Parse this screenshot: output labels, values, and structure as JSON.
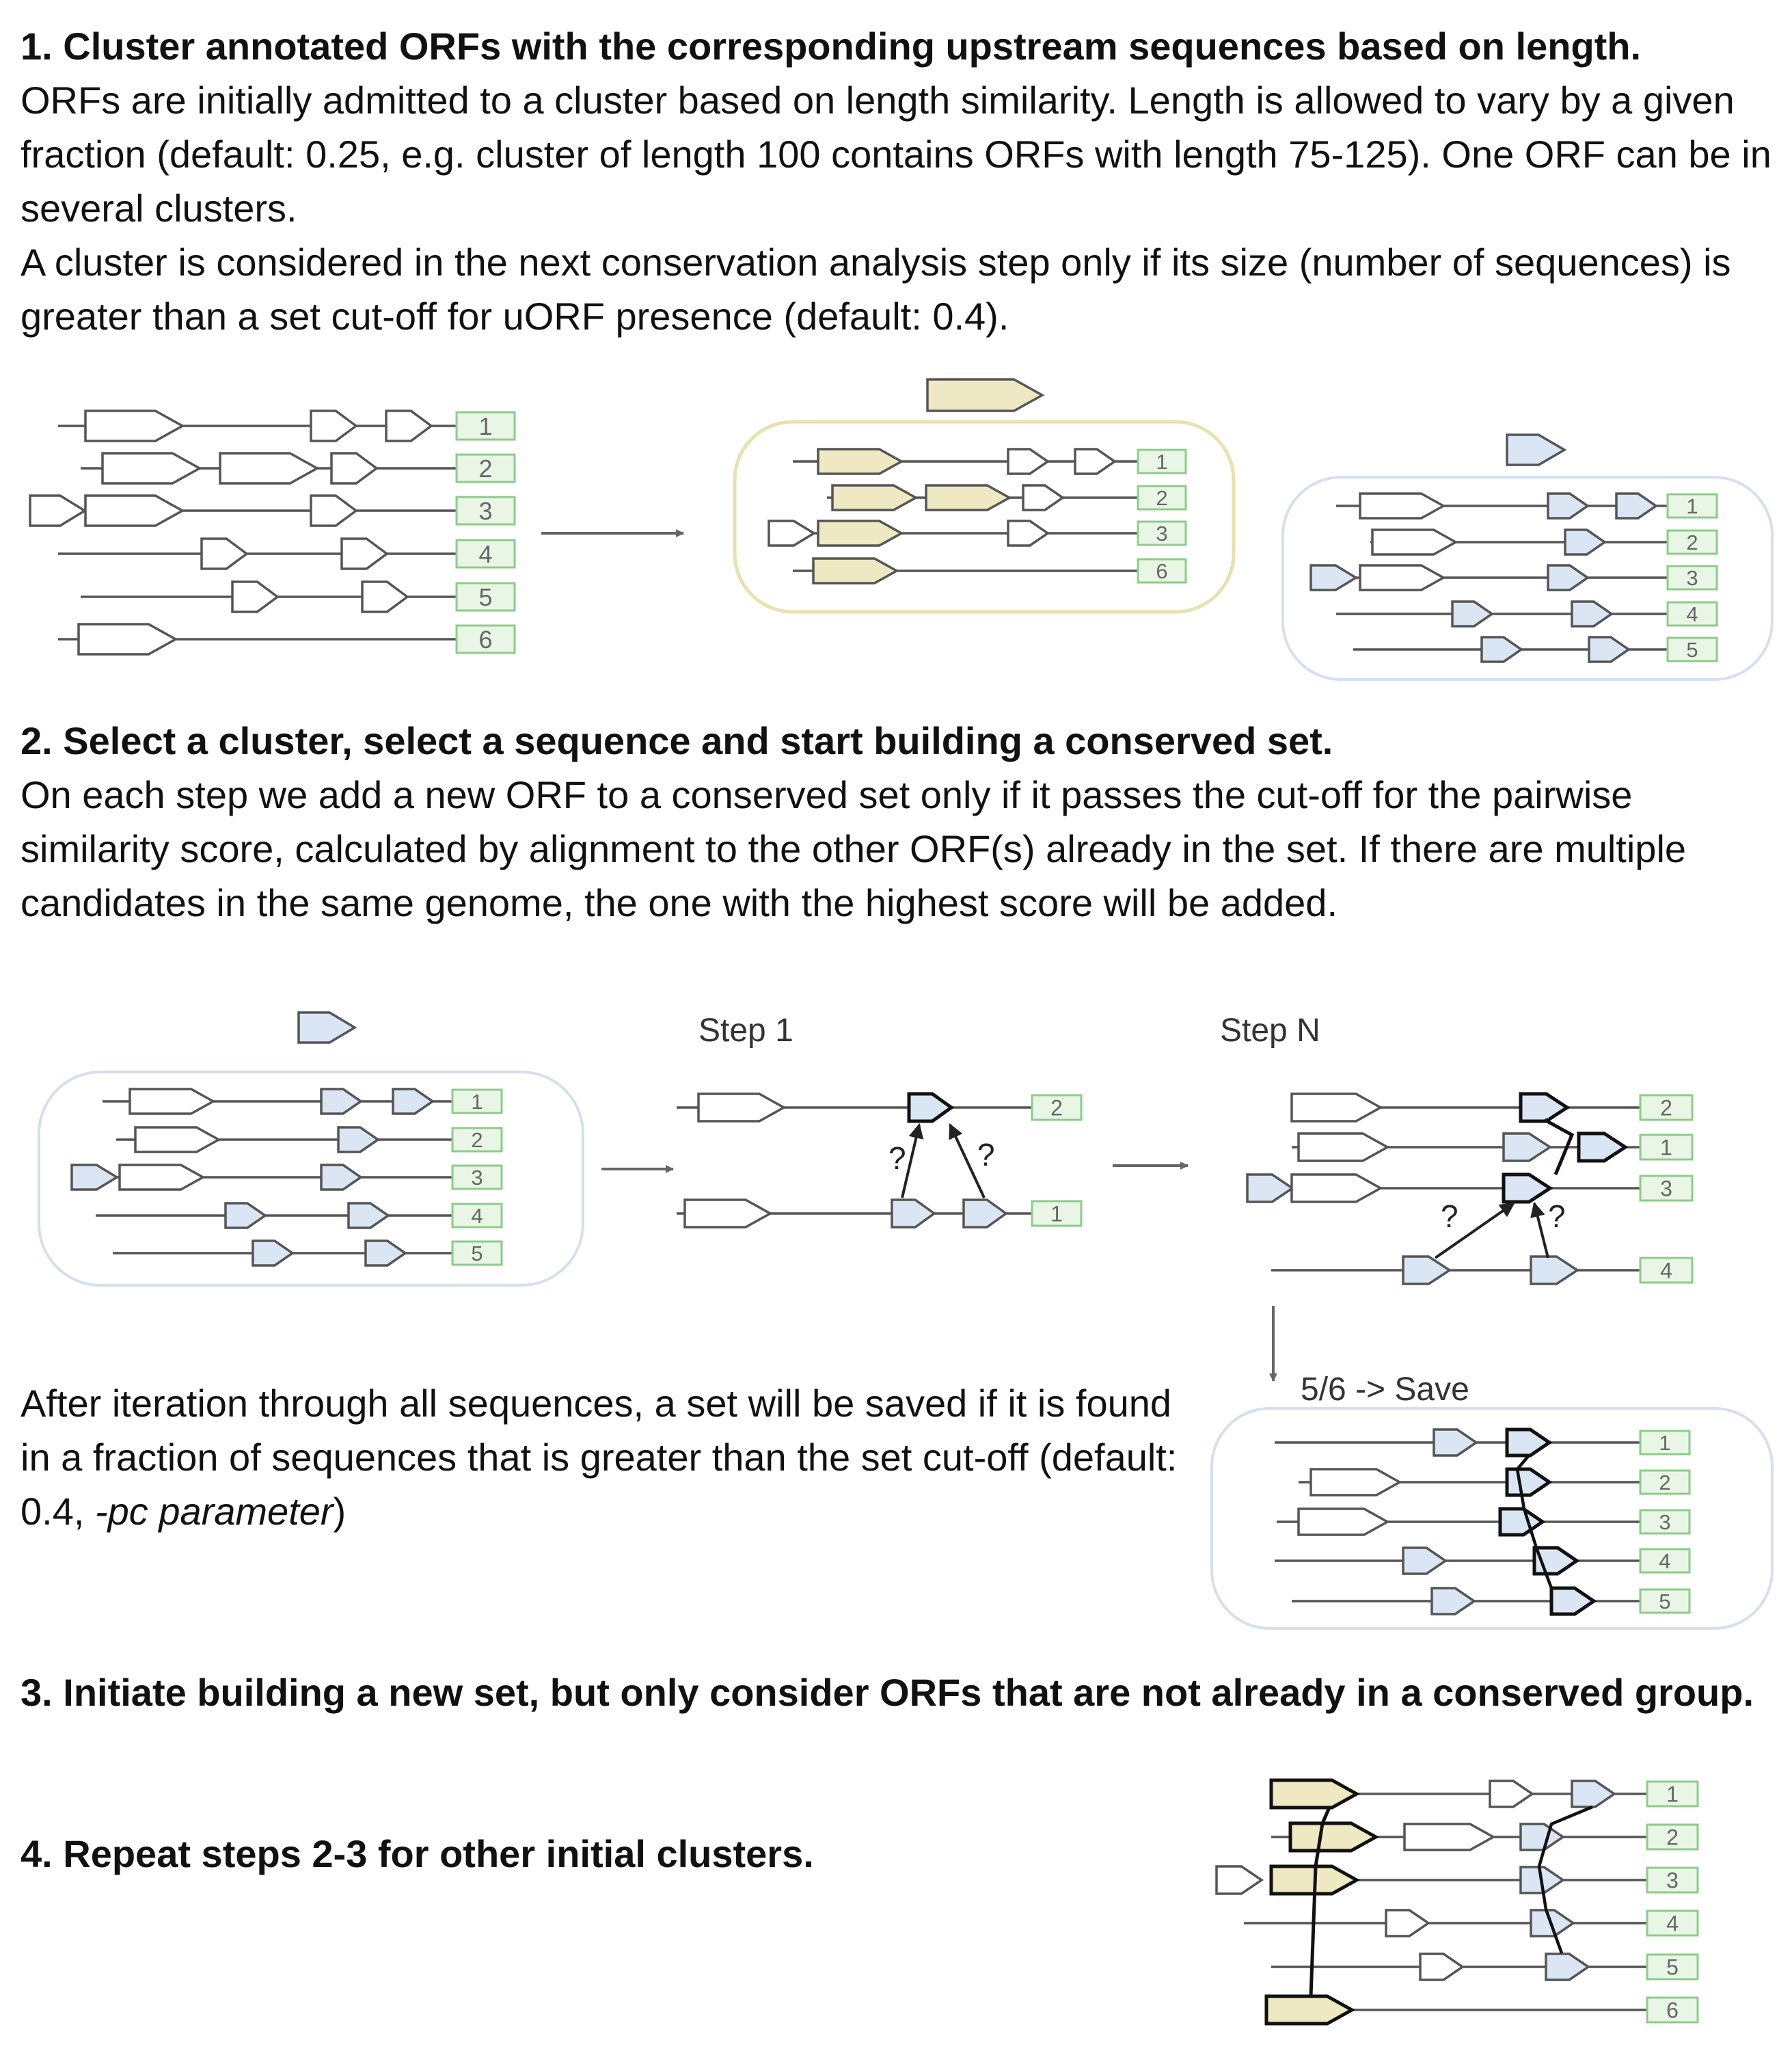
{
  "step1": {
    "heading": "1. Cluster annotated ORFs with the corresponding upstream sequences based on length.",
    "para1": "ORFs are initially admitted to a cluster based on length similarity. Length is allowed to vary by a given fraction (default: 0.25, e.g. cluster of length 100 contains ORFs with length 75-125). One ORF can be in several clusters.",
    "para2": "A cluster is considered in the next conservation analysis step only if its size (number of sequences) is greater than a set cut-off for uORF presence (default: 0.4)."
  },
  "step2": {
    "heading": "2. Select a cluster, select a sequence and start building a conserved set.",
    "para": "On each step we add a new ORF to a conserved set only if it passes the cut-off for the pairwise similarity score, calculated by alignment to the other ORF(s) already in the set. If there are multiple candidates in the same genome, the one with the highest score will be added.",
    "step1_label": "Step 1",
    "stepN_label": "Step N",
    "question_mark": "?",
    "save_label": "5/6  -> Save",
    "after_pre": "After iteration through all sequences, a set will be saved if it is found in a fraction of sequences that is greater than the set cut-off (default: 0.4,  ",
    "after_param": "-pc parameter",
    "after_post": ")"
  },
  "step3": {
    "heading": "3. Initiate building a new set, but only consider ORFs that are not already in a conserved group."
  },
  "step4": {
    "heading": "4. Repeat steps 2-3 for other initial clusters."
  },
  "colors": {
    "line": "#555555",
    "yellow_fill": "#efe9c3",
    "blue_fill": "#dbe6f5",
    "green_border": "#8ccc8a",
    "green_fill": "#e9f6e5",
    "box_blue_border": "#d4e0ee",
    "box_yellow_border": "#e8e1b0"
  },
  "labels": {
    "p1a": [
      "1",
      "2",
      "3",
      "4",
      "5",
      "6"
    ],
    "p1b": [
      "1",
      "2",
      "3",
      "6"
    ],
    "p1c": [
      "1",
      "2",
      "3",
      "4",
      "5"
    ],
    "p2a": [
      "1",
      "2",
      "3",
      "4",
      "5"
    ],
    "p2b": [
      "2",
      "1"
    ],
    "p2c": [
      "2",
      "1",
      "3",
      "4"
    ],
    "p2d": [
      "1",
      "2",
      "3",
      "4",
      "5"
    ],
    "p4": [
      "1",
      "2",
      "3",
      "4",
      "5",
      "6"
    ]
  }
}
